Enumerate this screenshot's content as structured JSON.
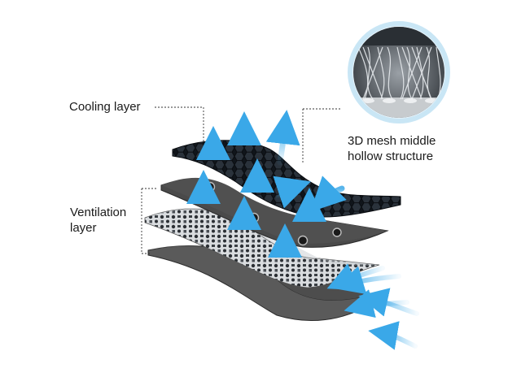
{
  "labels": {
    "cooling_layer": "Cooling layer",
    "ventilation_layer": [
      "Ventilation",
      "layer"
    ],
    "mesh_structure": [
      "3D mesh middle",
      "hollow structure"
    ]
  },
  "colors": {
    "layer_dark": "#4a4a4a",
    "layer_edge": "#2b2b2b",
    "honeycomb": "#1c2128",
    "arrow_blue": "#3aa8e8",
    "leader_line": "#333333",
    "inset_ring": "#c9e6f5"
  },
  "icons": [
    "airflow-arrow-icon",
    "air-vent-hole-icon",
    "mesh-closeup-image"
  ]
}
